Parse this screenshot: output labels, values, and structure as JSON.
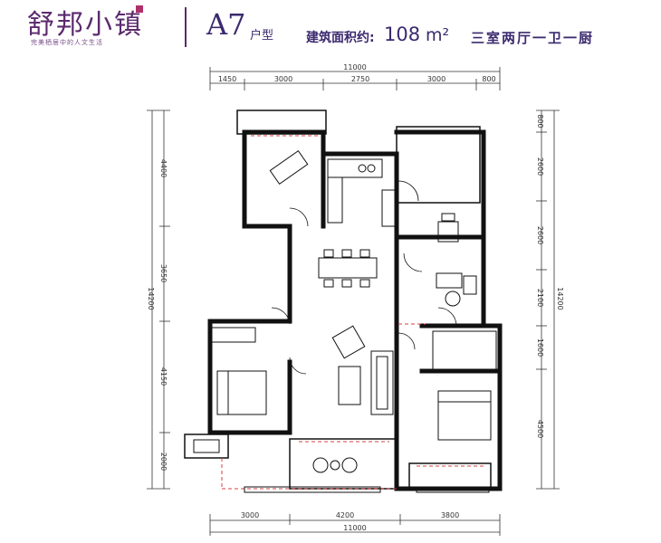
{
  "brand": {
    "name": "舒邦小镇",
    "tagline": "完美栖居中的人文生活"
  },
  "unit": {
    "code": "A7",
    "suffix": "户型",
    "area_label": "建筑面积约:",
    "area_value": "108",
    "area_unit": "m²",
    "layout": "三室两厅一卫一厨"
  },
  "dimensions": {
    "top_total": "11000",
    "top_segments": [
      "1450",
      "3000",
      "2750",
      "3000",
      "800"
    ],
    "bottom_total": "11000",
    "bottom_segments": [
      "3000",
      "4200",
      "3800"
    ],
    "left_total": "14200",
    "left_segments": [
      "4400",
      "3650",
      "4150",
      "2000"
    ],
    "right_total": "14200",
    "right_segments": [
      "800",
      "2600",
      "2600",
      "2100",
      "1600",
      "4500"
    ]
  },
  "colors": {
    "brand": "#5b2a6e",
    "wall": "#000000",
    "accent_line": "#d04040"
  }
}
